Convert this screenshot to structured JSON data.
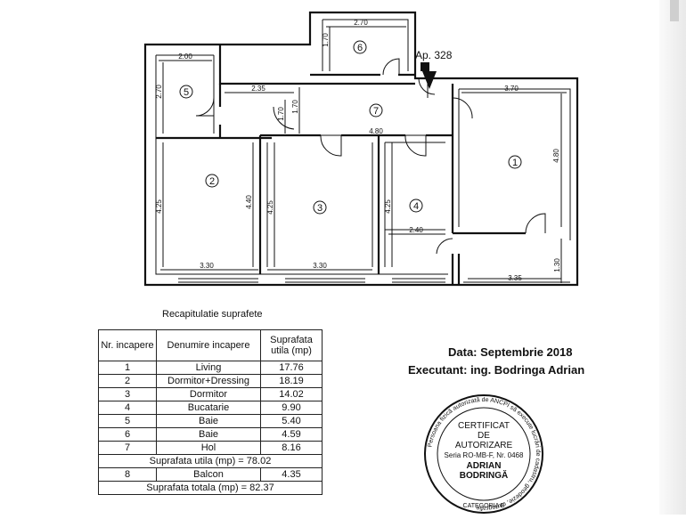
{
  "plan": {
    "apartment_label": "Ap. 328",
    "rooms": [
      {
        "number": "1"
      },
      {
        "number": "2"
      },
      {
        "number": "3"
      },
      {
        "number": "4"
      },
      {
        "number": "5"
      },
      {
        "number": "6"
      },
      {
        "number": "7"
      }
    ],
    "dimensions": [
      "2.70",
      "1.70",
      "2.00",
      "2.70",
      "2.35",
      "1.70",
      "1.70",
      "4.80",
      "3.70",
      "4.80",
      "4.25",
      "4.40",
      "4.25",
      "4.25",
      "2.40",
      "1.30",
      "3.30",
      "3.30",
      "3.35"
    ]
  },
  "recap": {
    "title": "Recapitulatie suprafete",
    "headers": [
      "Nr. incapere",
      "Denumire incapere",
      "Suprafata utila (mp)"
    ],
    "rows": [
      {
        "nr": "1",
        "name": "Living",
        "area": "17.76"
      },
      {
        "nr": "2",
        "name": "Dormitor+Dressing",
        "area": "18.19"
      },
      {
        "nr": "3",
        "name": "Dormitor",
        "area": "14.02"
      },
      {
        "nr": "4",
        "name": "Bucatarie",
        "area": "9.90"
      },
      {
        "nr": "5",
        "name": "Baie",
        "area": "5.40"
      },
      {
        "nr": "6",
        "name": "Baie",
        "area": "4.59"
      },
      {
        "nr": "7",
        "name": "Hol",
        "area": "8.16"
      }
    ],
    "usable_total": "Suprafata utila (mp) = 78.02",
    "balcony": {
      "nr": "8",
      "name": "Balcon",
      "area": "4.35"
    },
    "grand_total": "Suprafata totala (mp) = 82.37"
  },
  "meta": {
    "date": "Data: Septembrie 2018",
    "executant": "Executant: ing. Bodringa  Adrian"
  },
  "stamp": {
    "line1": "CERTIFICAT",
    "line2": "DE",
    "line3": "AUTORIZARE",
    "series": "Seria RO-MB-F, Nr. 0468",
    "name1": "ADRIAN",
    "name2": "BODRINGĂ",
    "category": "CATEGORIA B",
    "ring_text": "Persoana fizică autorizată de ANCPI să execute lucrări de cadastru, geodezie, cartografie"
  }
}
